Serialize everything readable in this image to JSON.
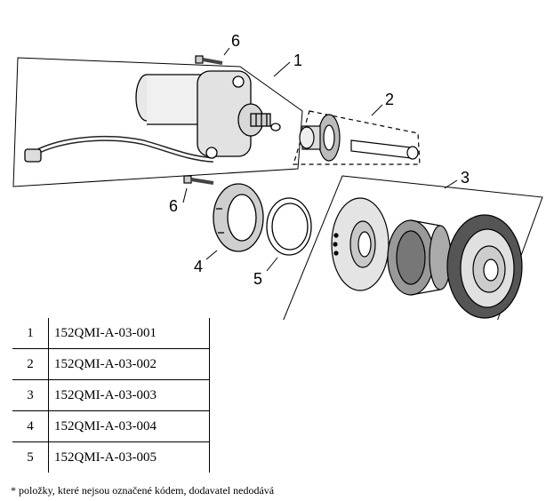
{
  "callouts": {
    "c1": "1",
    "c2": "2",
    "c3": "3",
    "c4": "4",
    "c5": "5",
    "c6a": "6",
    "c6b": "6"
  },
  "parts_table": {
    "rows": [
      {
        "num": "1",
        "code": "152QMI-A-03-001"
      },
      {
        "num": "2",
        "code": "152QMI-A-03-002"
      },
      {
        "num": "3",
        "code": "152QMI-A-03-003"
      },
      {
        "num": "4",
        "code": "152QMI-A-03-004"
      },
      {
        "num": "5",
        "code": "152QMI-A-03-005"
      }
    ]
  },
  "footnote": "* položky, které nejsou označené kódem, dodavatel nedodává"
}
